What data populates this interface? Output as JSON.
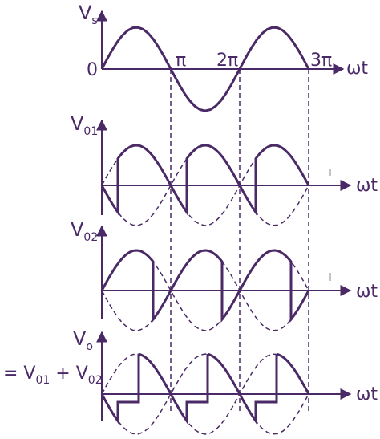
{
  "labels": {
    "vs": "V",
    "vs_sub": "s",
    "zero": "0",
    "pi": "π",
    "two_pi": "2π",
    "three_pi": "3π",
    "wt1": "ωt",
    "v01": "V",
    "v01_sub": "01",
    "wt2": "ωt",
    "v02": "V",
    "v02_sub": "02",
    "wt3": "ωt",
    "vo": "V",
    "vo_sub": "o",
    "sum_eq": "= V",
    "sum_sub1": "01",
    "sum_plus": " + V",
    "sum_sub2": "02",
    "wt4": "ωt"
  },
  "colors": {
    "stroke": "#4a2a66"
  }
}
